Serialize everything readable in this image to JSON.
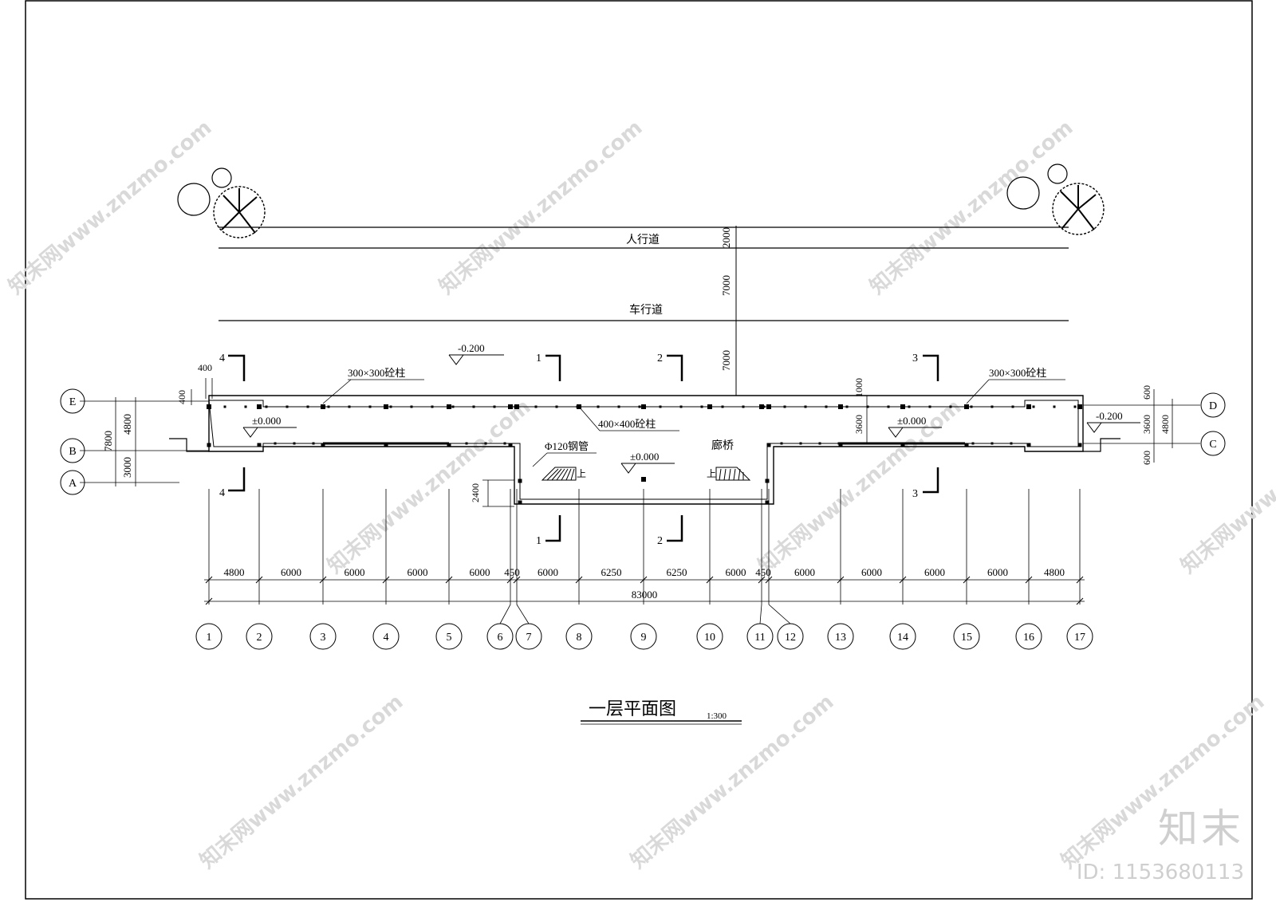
{
  "drawing": {
    "title": "一层平面图",
    "scale": "1:300",
    "roads": {
      "sidewalk": "人行道",
      "carriageway": "车行道"
    },
    "vertical_dims": [
      "2000",
      "7000",
      "7000"
    ],
    "left_dims": {
      "total": "7800",
      "upper": "4800",
      "lower": "3000",
      "top_offset": "400",
      "top_small": "400"
    },
    "right_dims": {
      "a": "600",
      "b": "3600",
      "c": "600",
      "total": "4800"
    },
    "inner_dims": {
      "left_gap": "1000",
      "left_depth": "3600",
      "stair_depth": "2400"
    },
    "levels": [
      "-0.200",
      "±0.000",
      "±0.000",
      "±0.000",
      "-0.200"
    ],
    "labels": {
      "col300_left": "300×300砼柱",
      "col300_right": "300×300砼柱",
      "col400": "400×400砼柱",
      "pipe": "Φ120钢管",
      "bridge": "廊桥",
      "up_left": "上",
      "up_right": "上"
    },
    "section_marks": {
      "s1_top": "1",
      "s2_top": "2",
      "s3_top": "3",
      "s4_top": "4",
      "s1_bot": "1",
      "s2_bot": "2",
      "s3_bot": "3",
      "s4_bot": "4"
    },
    "row_axes": [
      "E",
      "B",
      "A",
      "D",
      "C"
    ],
    "column_axes": [
      "1",
      "2",
      "3",
      "4",
      "5",
      "6",
      "7",
      "8",
      "9",
      "10",
      "11",
      "12",
      "13",
      "14",
      "15",
      "16",
      "17"
    ],
    "spans": [
      "4800",
      "6000",
      "6000",
      "6000",
      "6000",
      "450",
      "6000",
      "6250",
      "6250",
      "6000",
      "450",
      "6000",
      "6000",
      "6000",
      "6000",
      "4800"
    ],
    "total_span": "83000"
  },
  "watermark": {
    "brand": "知末",
    "id": "ID: 1153680113",
    "site": "知末网www.znzmo.com"
  }
}
